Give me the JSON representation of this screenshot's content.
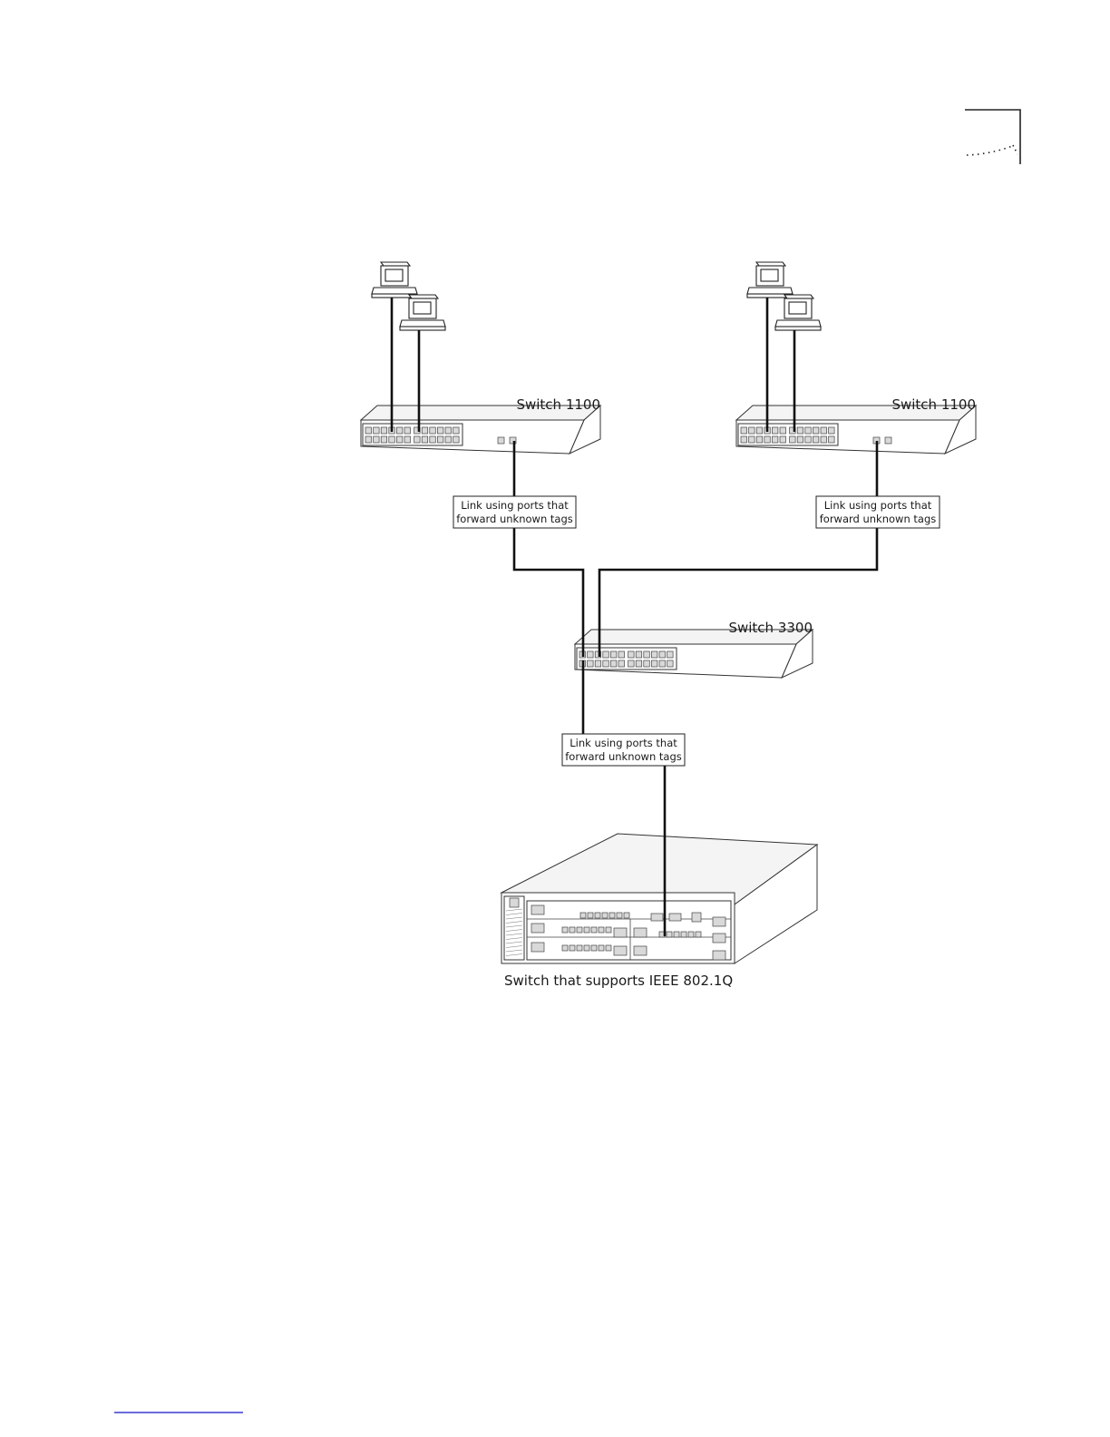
{
  "diagram": {
    "switch_left_label": "Switch 1100",
    "switch_right_label": "Switch 1100",
    "switch_core_label": "Switch 3300",
    "chassis_label": "Switch that supports IEEE 802.1Q",
    "link_left_line1": "Link using ports that",
    "link_left_line2": "forward unknown tags",
    "link_right_line1": "Link using ports that",
    "link_right_line2": "forward unknown tags",
    "link_bottom_line1": "Link using ports that",
    "link_bottom_line2": "forward unknown tags"
  },
  "colors": {
    "line": "#111111",
    "device_outline": "#333333",
    "footer_rule": "#3a3ad0"
  }
}
